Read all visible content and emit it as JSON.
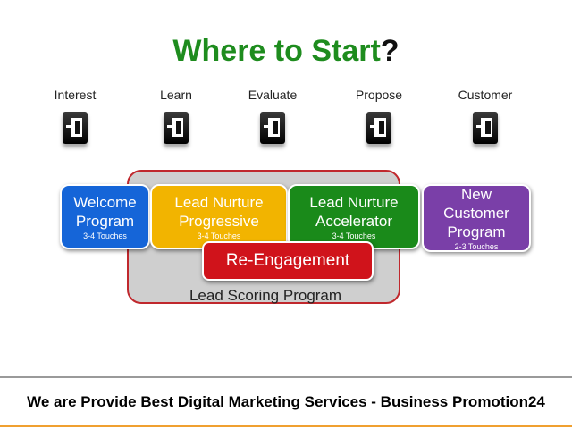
{
  "title": {
    "main": "Where to Start",
    "mark": "?"
  },
  "stages": [
    {
      "label": "Interest",
      "icon": "door-exit-icon"
    },
    {
      "label": "Learn",
      "icon": "door-exit-icon"
    },
    {
      "label": "Evaluate",
      "icon": "door-exit-icon"
    },
    {
      "label": "Propose",
      "icon": "door-exit-icon"
    },
    {
      "label": "Customer",
      "icon": "door-exit-icon"
    }
  ],
  "programs": [
    {
      "name_lines": [
        "Welcome",
        "Program"
      ],
      "touches": "3-4 Touches",
      "color": "#1565d8"
    },
    {
      "name_lines": [
        "Lead Nurture",
        "Progressive"
      ],
      "touches": "3-4 Touches",
      "color": "#f2b400"
    },
    {
      "name_lines": [
        "Lead Nurture",
        "Accelerator"
      ],
      "touches": "3-4 Touches",
      "color": "#1a8a1a"
    },
    {
      "name_lines": [
        "New",
        "Customer",
        "Program"
      ],
      "touches": "2-3 Touches",
      "color": "#7a3fa8"
    }
  ],
  "reengagement": {
    "label": "Re-Engagement",
    "color": "#d0131b"
  },
  "scoring": {
    "label": "Lead Scoring Program"
  },
  "footer": {
    "text": "We are Provide Best Digital Marketing Services - Business Promotion24"
  }
}
